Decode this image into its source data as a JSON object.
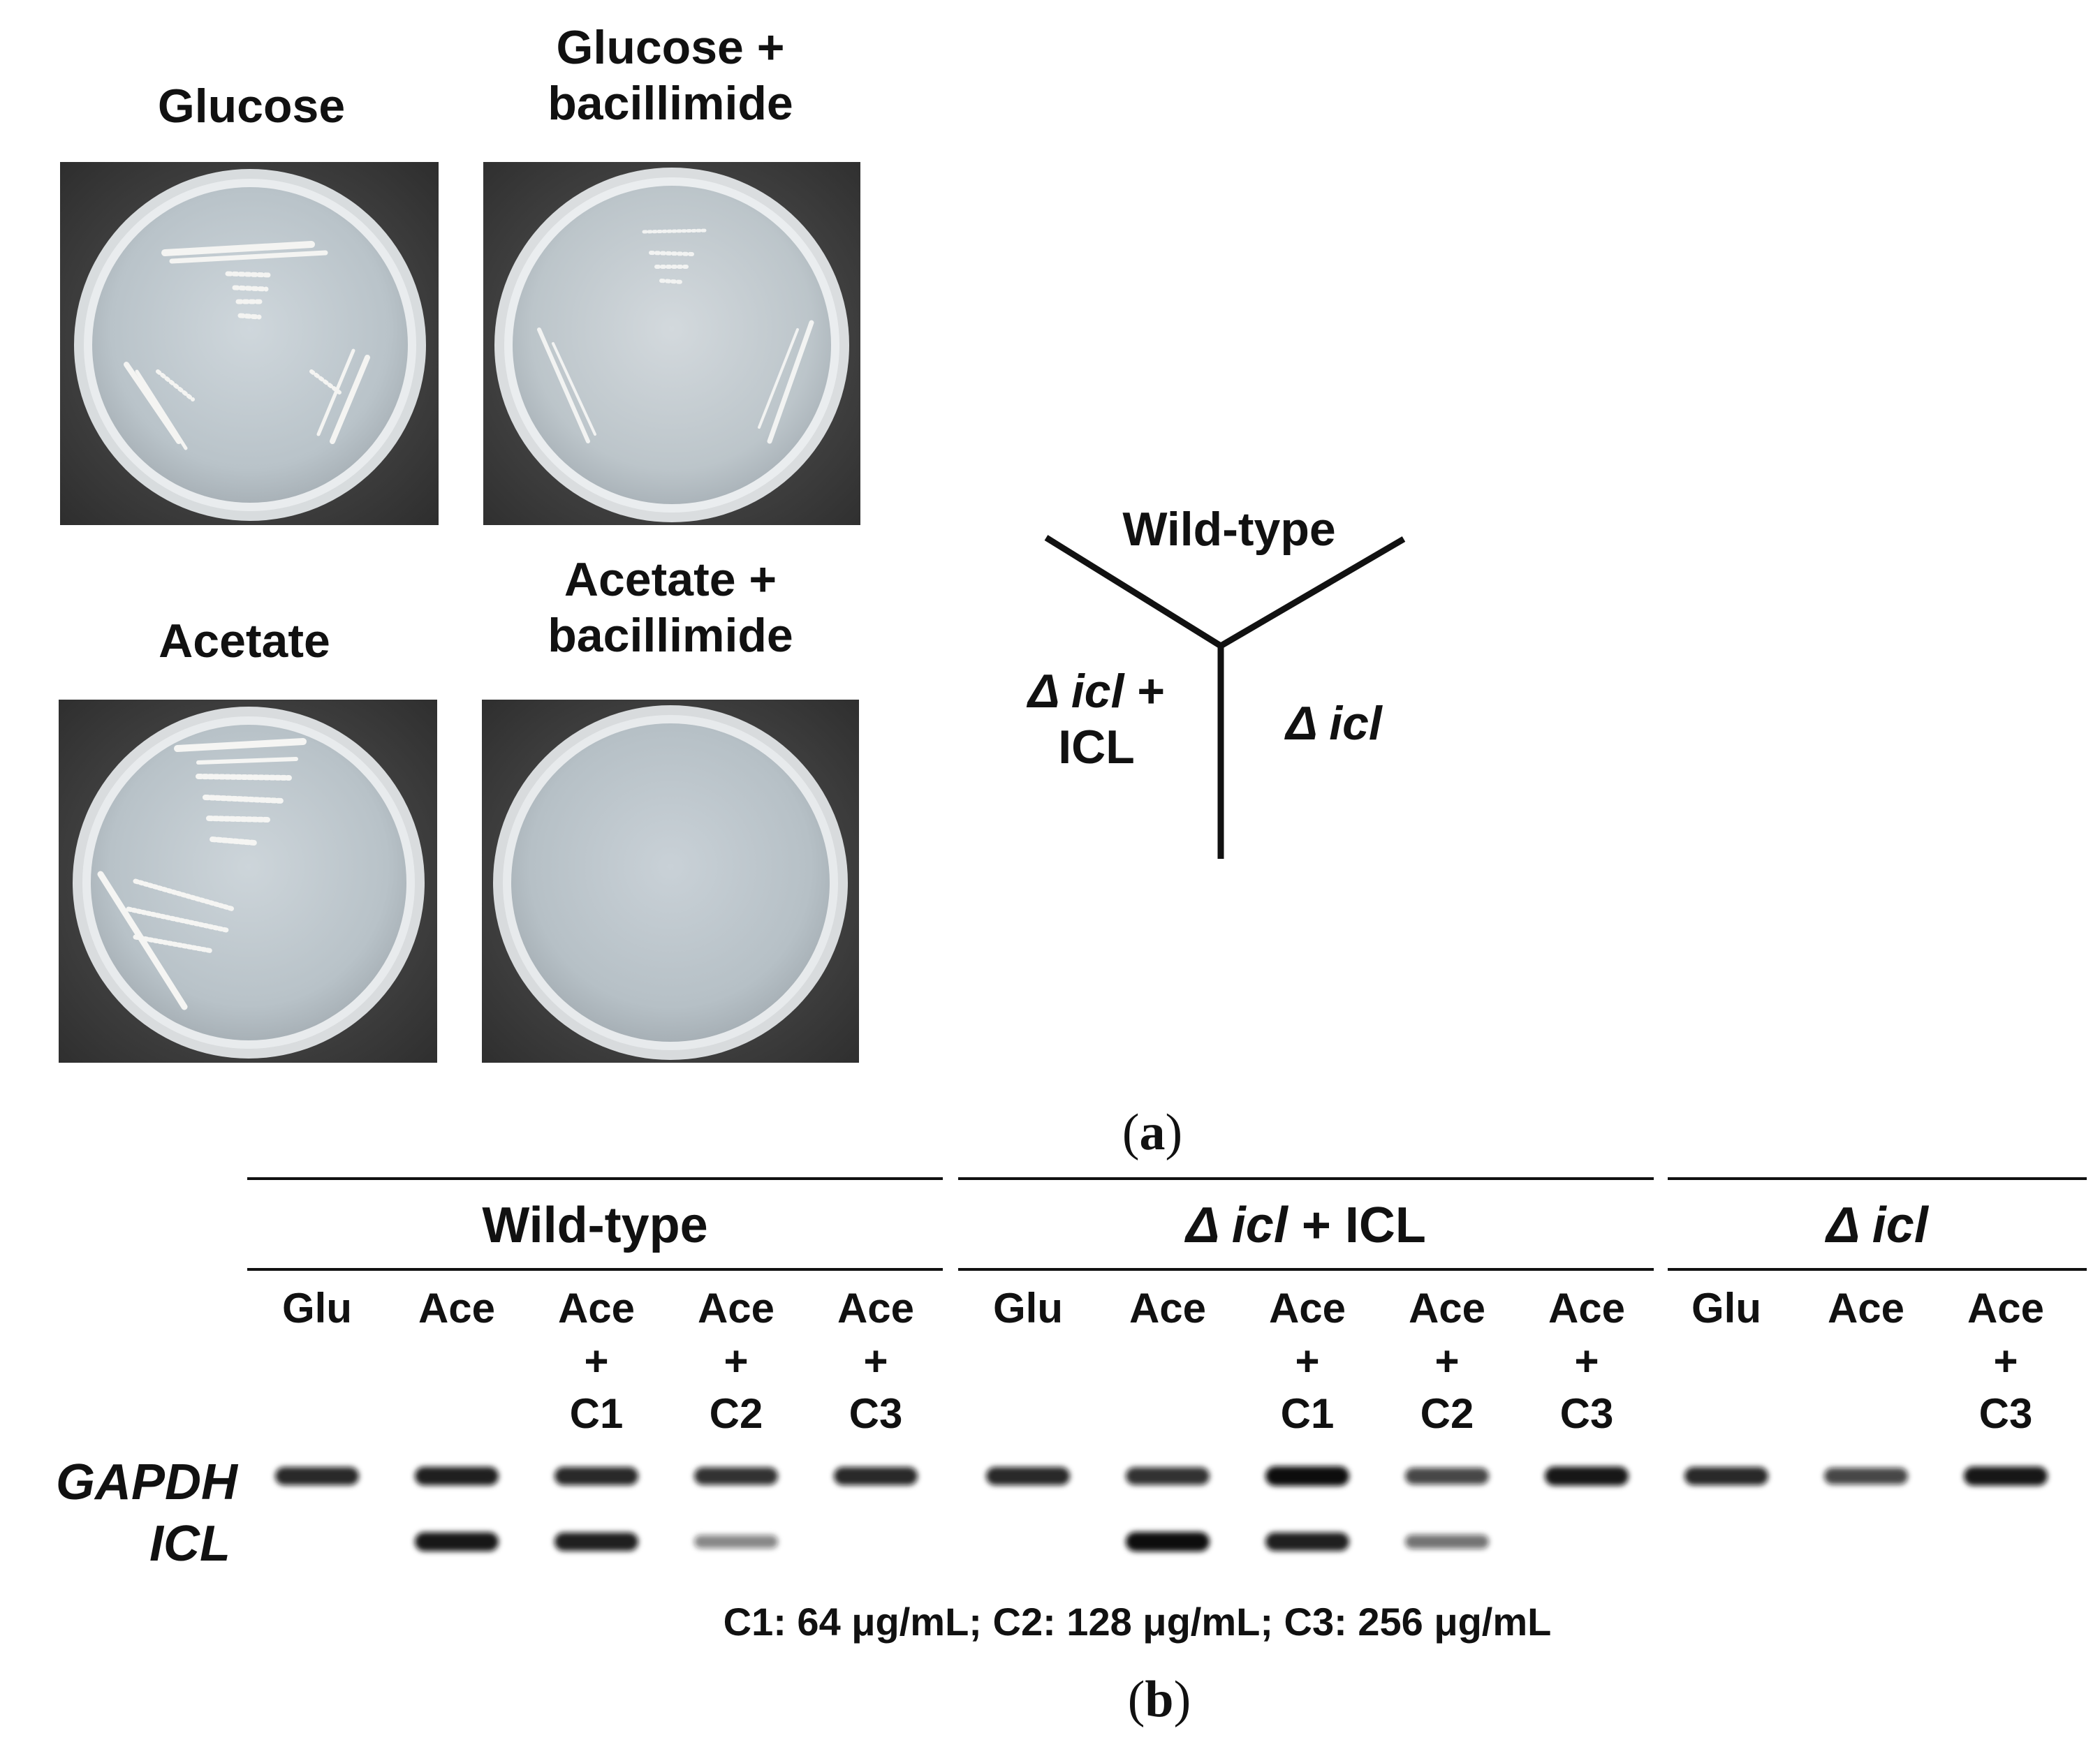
{
  "panel_a": {
    "plates": [
      {
        "label": [
          "Glucose"
        ]
      },
      {
        "label": [
          "Glucose +",
          "bacillimide"
        ]
      },
      {
        "label": [
          "Acetate"
        ]
      },
      {
        "label": [
          "Acetate +",
          "bacillimide"
        ]
      }
    ],
    "diagram": {
      "top": "Wild-type",
      "left_line1_italic": "Δ icl",
      "left_line1_plain": " +",
      "left_line2": "ICL",
      "right_italic": "Δ icl"
    },
    "caption_open": "(",
    "caption_letter": "a",
    "caption_close": ")"
  },
  "panel_b": {
    "groups": [
      {
        "title_italic": "",
        "title_plain": "Wild-type"
      },
      {
        "title_italic": "Δ icl",
        "title_plain": " + ICL"
      },
      {
        "title_italic": "Δ icl",
        "title_plain": ""
      }
    ],
    "lanes": [
      {
        "l1": "Glu",
        "l2": "",
        "l3": ""
      },
      {
        "l1": "Ace",
        "l2": "",
        "l3": ""
      },
      {
        "l1": "Ace",
        "l2": "+",
        "l3": "C1"
      },
      {
        "l1": "Ace",
        "l2": "+",
        "l3": "C2"
      },
      {
        "l1": "Ace",
        "l2": "+",
        "l3": "C3"
      },
      {
        "l1": "Glu",
        "l2": "",
        "l3": ""
      },
      {
        "l1": "Ace",
        "l2": "",
        "l3": ""
      },
      {
        "l1": "Ace",
        "l2": "+",
        "l3": "C1"
      },
      {
        "l1": "Ace",
        "l2": "+",
        "l3": "C2"
      },
      {
        "l1": "Ace",
        "l2": "+",
        "l3": "C3"
      },
      {
        "l1": "Glu",
        "l2": "",
        "l3": ""
      },
      {
        "l1": "Ace",
        "l2": "",
        "l3": ""
      },
      {
        "l1": "Ace",
        "l2": "+",
        "l3": "C3"
      }
    ],
    "genes": [
      "GAPDH",
      "ICL"
    ],
    "band_intensity": {
      "GAPDH": [
        0.85,
        0.9,
        0.85,
        0.8,
        0.85,
        0.85,
        0.8,
        1.0,
        0.7,
        0.95,
        0.85,
        0.7,
        0.95
      ],
      "ICL": [
        0,
        0.95,
        0.9,
        0.35,
        0,
        0,
        1.0,
        0.9,
        0.45,
        0,
        0,
        0,
        0
      ]
    },
    "legend": "C1: 64 μg/mL; C2: 128 μg/mL; C3: 256 μg/mL",
    "caption_open": "(",
    "caption_letter": "b",
    "caption_close": ")"
  }
}
